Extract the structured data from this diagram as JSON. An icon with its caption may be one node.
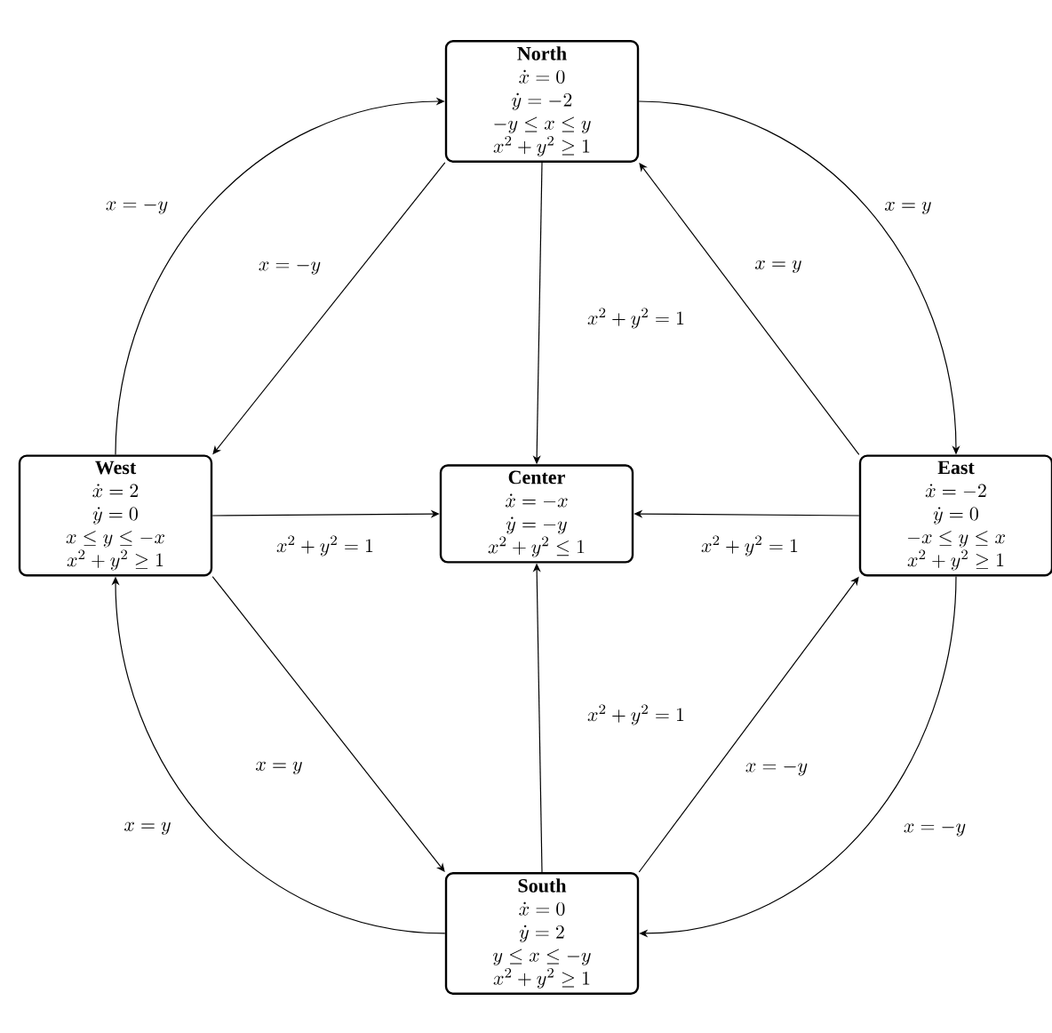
{
  "diagram": {
    "nodes": [
      {
        "text": [
          "North",
          "\\dot{x}=0",
          "\\dot{y}=-2",
          "-y\\le x\\le y",
          "x^2+y^2\\ge 1"
        ]
      },
      {
        "text": [
          "West",
          "\\dot{x}=2",
          "\\dot{y}=0",
          "x\\le y\\le -x",
          "x^2+y^2\\ge 1"
        ]
      },
      {
        "text": [
          "Center",
          "\\dot{x}=-x",
          "\\dot{y}=-y",
          "x^2+y^2\\le 1"
        ]
      },
      {
        "text": [
          "East",
          "\\dot{x}=-2",
          "\\dot{y}=0",
          "-x\\le y\\le x",
          "x^2+y^2\\ge 1"
        ]
      },
      {
        "text": [
          "South",
          "\\dot{x}=0",
          "\\dot{y}=2",
          "y\\le x\\le -y",
          "x^2+y^2\\ge 1"
        ]
      }
    ],
    "edges": [
      {
        "from": 0,
        "to": 1,
        "arrow": "to",
        "label": "x=-y"
      },
      {
        "from": 1,
        "to": 0,
        "arrow": "to",
        "label": "x=-y"
      },
      {
        "from": 0,
        "to": 3,
        "arrow": "to",
        "label": "x=y"
      },
      {
        "from": 3,
        "to": 0,
        "arrow": "to",
        "label": "x=y"
      },
      {
        "from": 0,
        "to": 2,
        "arrow": "to",
        "label": "x^2+y^2=1"
      },
      {
        "from": 1,
        "to": 2,
        "arrow": "to",
        "label": "x^2+y^2=1"
      },
      {
        "from": 3,
        "to": 2,
        "arrow": "to",
        "label": "x^2+y^2=1"
      },
      {
        "from": 4,
        "to": 2,
        "arrow": "to",
        "label": "x^2+y^2=1"
      },
      {
        "from": 1,
        "to": 4,
        "arrow": "to",
        "label": "x=y"
      },
      {
        "from": 4,
        "to": 1,
        "arrow": "to",
        "label": "x=y"
      },
      {
        "from": 4,
        "to": 3,
        "arrow": "to",
        "label": "x=-y"
      },
      {
        "from": 3,
        "to": 4,
        "arrow": "to",
        "label": "x=-y"
      }
    ]
  }
}
